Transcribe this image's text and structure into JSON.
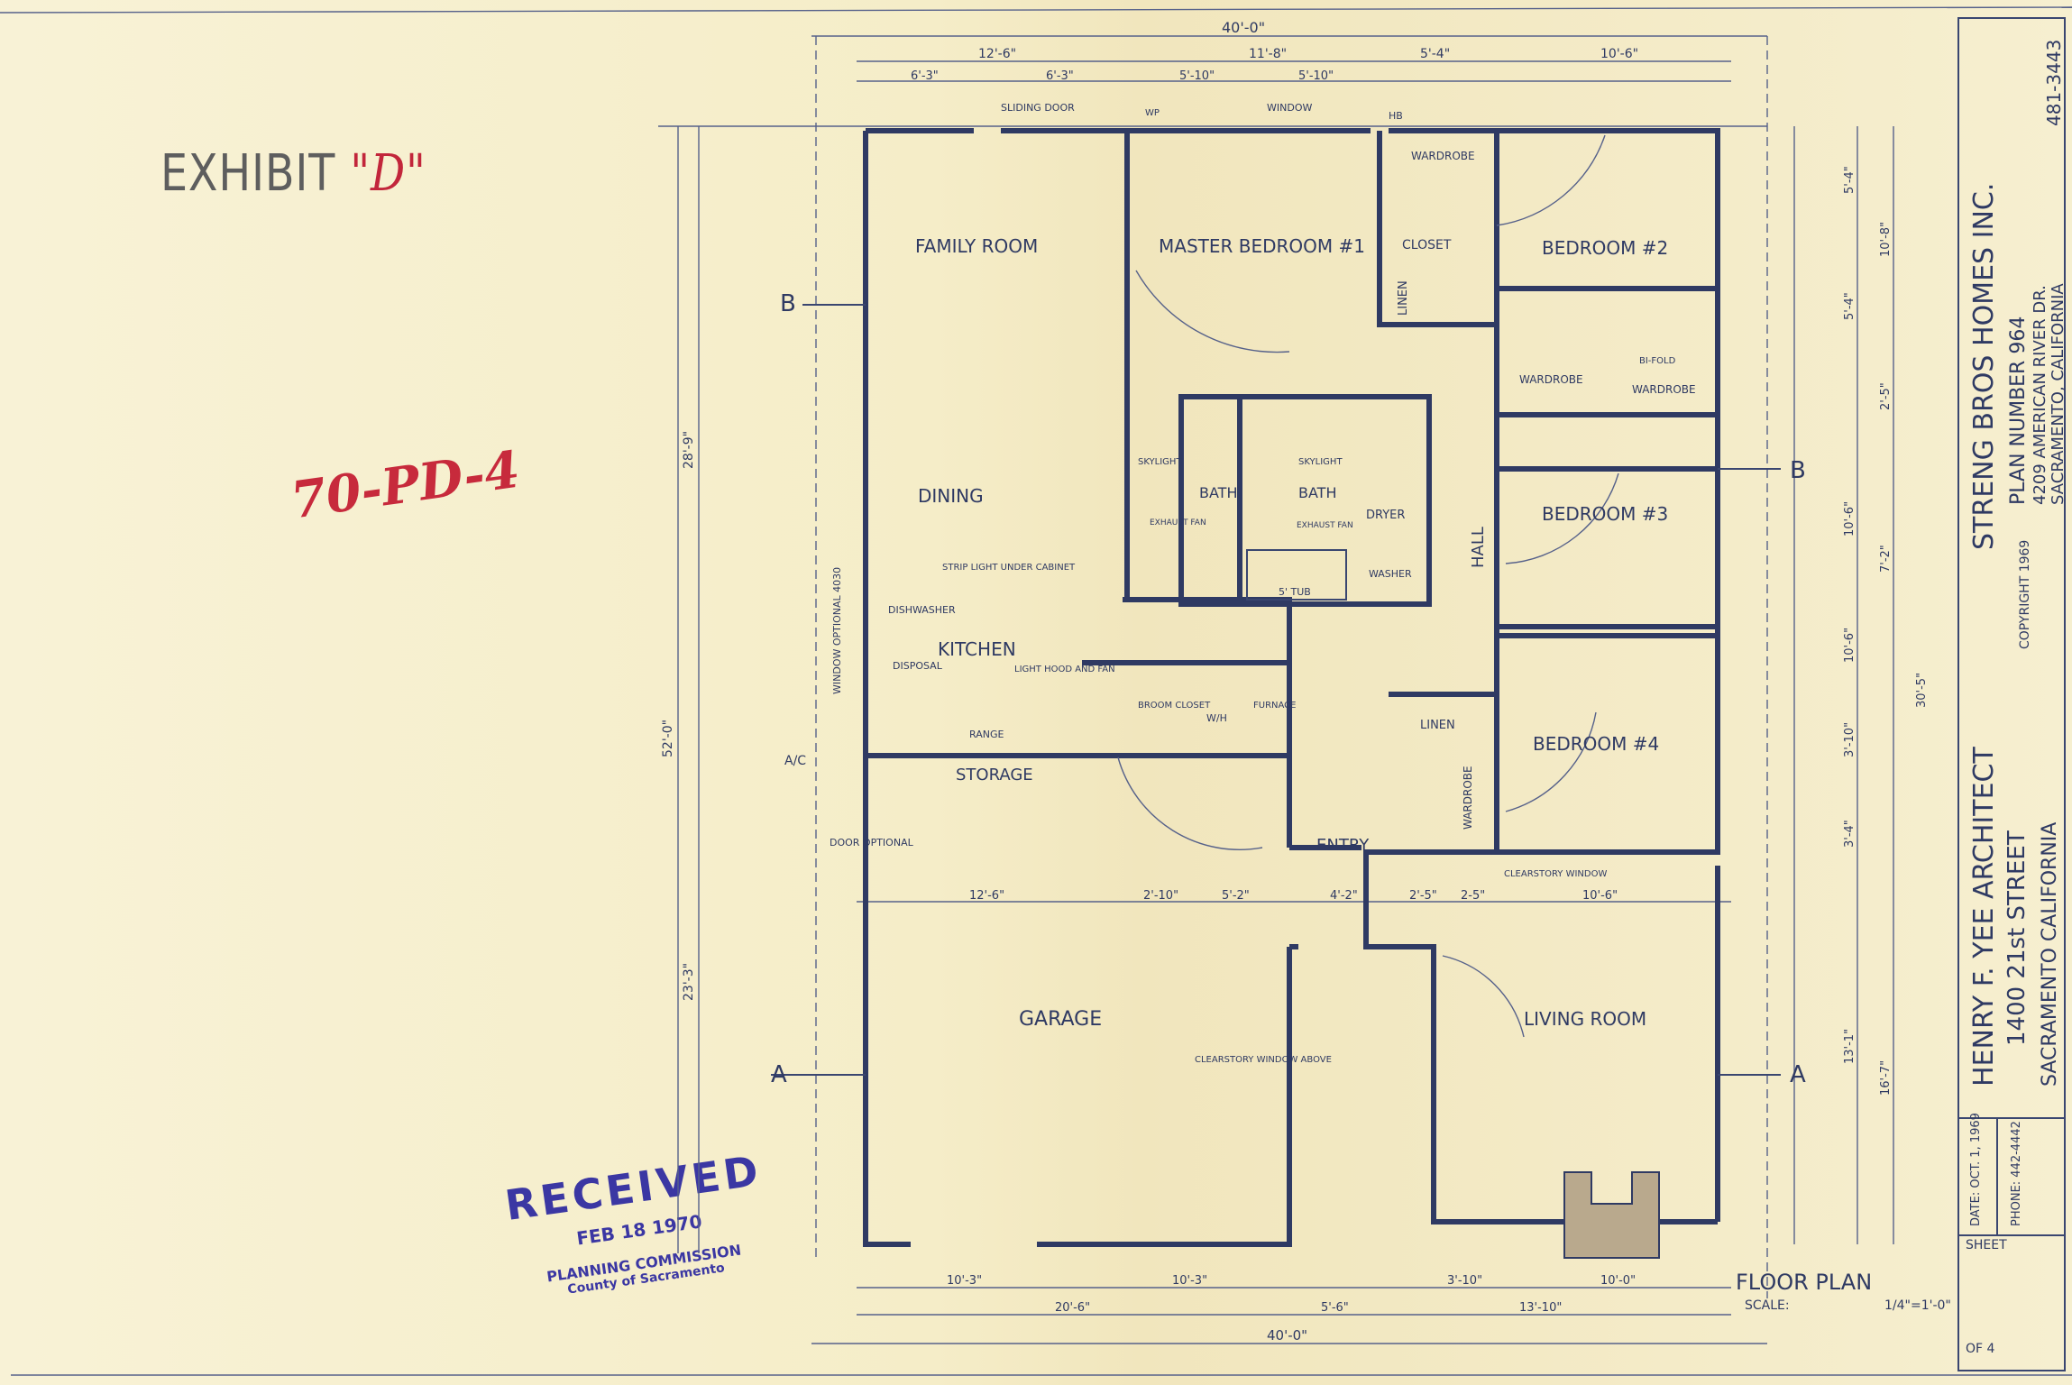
{
  "exhibit": {
    "prefix": "EXHIBIT",
    "letter": "\"D\""
  },
  "case_number": "70-PD-4",
  "received_stamp": {
    "title": "RECEIVED",
    "date": "FEB 18 1970",
    "org": "PLANNING COMMISSION",
    "org2": "County of Sacramento"
  },
  "title_block": {
    "company": "STRENG BROS HOMES INC.",
    "plan_number": "PLAN NUMBER 964",
    "address1": "4209 AMERICAN RIVER DR.",
    "address2": "SACRAMENTO, CALIFORNIA",
    "phone1": "481-3443",
    "architect": "HENRY F. YEE ARCHITECT",
    "street": "1400 21st STREET",
    "city": "SACRAMENTO CALIFORNIA",
    "copyright": "COPYRIGHT 1969",
    "date": "DATE: OCT. 1, 1969",
    "phone2": "PHONE: 442-4442",
    "sheet_label": "SHEET",
    "sheet_of": "OF 4"
  },
  "drawing": {
    "title": "FLOOR PLAN",
    "scale_label": "SCALE:",
    "scale_value": "1/4\"=1'-0\""
  },
  "rooms": {
    "family": "FAMILY ROOM",
    "master": "MASTER BEDROOM #1",
    "bedroom2": "BEDROOM #2",
    "bedroom3": "BEDROOM #3",
    "bedroom4": "BEDROOM #4",
    "dining": "DINING",
    "kitchen": "KITCHEN",
    "storage": "STORAGE",
    "garage": "GARAGE",
    "living": "LIVING ROOM",
    "entry": "ENTRY",
    "hall": "HALL",
    "bath1": "BATH",
    "bath2": "BATH",
    "closet": "CLOSET",
    "linen1": "LINEN",
    "linen2": "LINEN",
    "dryer": "DRYER",
    "washer": "WASHER",
    "wardrobe1": "WARDROBE",
    "wardrobe2": "WARDROBE",
    "wardrobe3": "WARDROBE",
    "wardrobe4": "WARDROBE"
  },
  "notes": {
    "sliding_door": "SLIDING DOOR",
    "window": "WINDOW",
    "dishwasher": "DISHWASHER",
    "disposal": "DISPOSAL",
    "range": "RANGE",
    "broom_closet": "BROOM CLOSET",
    "furnace": "FURNACE",
    "wh": "W/H",
    "skylight1": "SKYLIGHT",
    "skylight2": "SKYLIGHT",
    "exhaust1": "EXHAUST FAN",
    "exhaust2": "EXHAUST FAN",
    "tub": "5' TUB",
    "window_optional": "WINDOW OPTIONAL 4030",
    "door_optional": "DOOR OPTIONAL",
    "clearstory_window": "CLEARSTORY WINDOW",
    "clearstory_above": "CLEARSTORY WINDOW ABOVE",
    "light_hood": "LIGHT HOOD AND FAN",
    "strip_light": "STRIP LIGHT UNDER CABINET",
    "bifold": "BI-FOLD",
    "ac": "A/C",
    "hb": "HB",
    "wp": "WP"
  },
  "section_marks": {
    "a_left": "A",
    "a_right": "A",
    "b_left": "B",
    "b_right": "B"
  },
  "dimensions": {
    "top_total": "40'-0\"",
    "top_row1": [
      "12'-6\"",
      "11'-8\"",
      "5'-4\"",
      "10'-6\""
    ],
    "top_row2": [
      "6'-3\"",
      "6'-3\"",
      "5'-10\"",
      "5'-10\""
    ],
    "mid_row": [
      "12'-6\"",
      "2'-10\"",
      "5'-2\"",
      "4'-2\"",
      "2'-5\"",
      "2-5\"",
      "10'-6\""
    ],
    "bottom_row1": [
      "10'-3\"",
      "10'-3\"",
      "3'-10\"",
      "10'-0\""
    ],
    "bottom_row2": [
      "20'-6\"",
      "5'-6\"",
      "13'-10\""
    ],
    "bottom_total": "40'-0\"",
    "left_total": "52'-0\"",
    "left_upper": "28'-9\"",
    "left_lower": "23'-3\"",
    "right": [
      "5'-4\"",
      "5'-4\"",
      "10'-8\"",
      "2'-5\"",
      "7'-2\"",
      "10'-6\"",
      "3'-10\"",
      "3'-4\"",
      "10'-6\"",
      "30'-5\"",
      "16'-7\"",
      "13'-1\""
    ]
  }
}
